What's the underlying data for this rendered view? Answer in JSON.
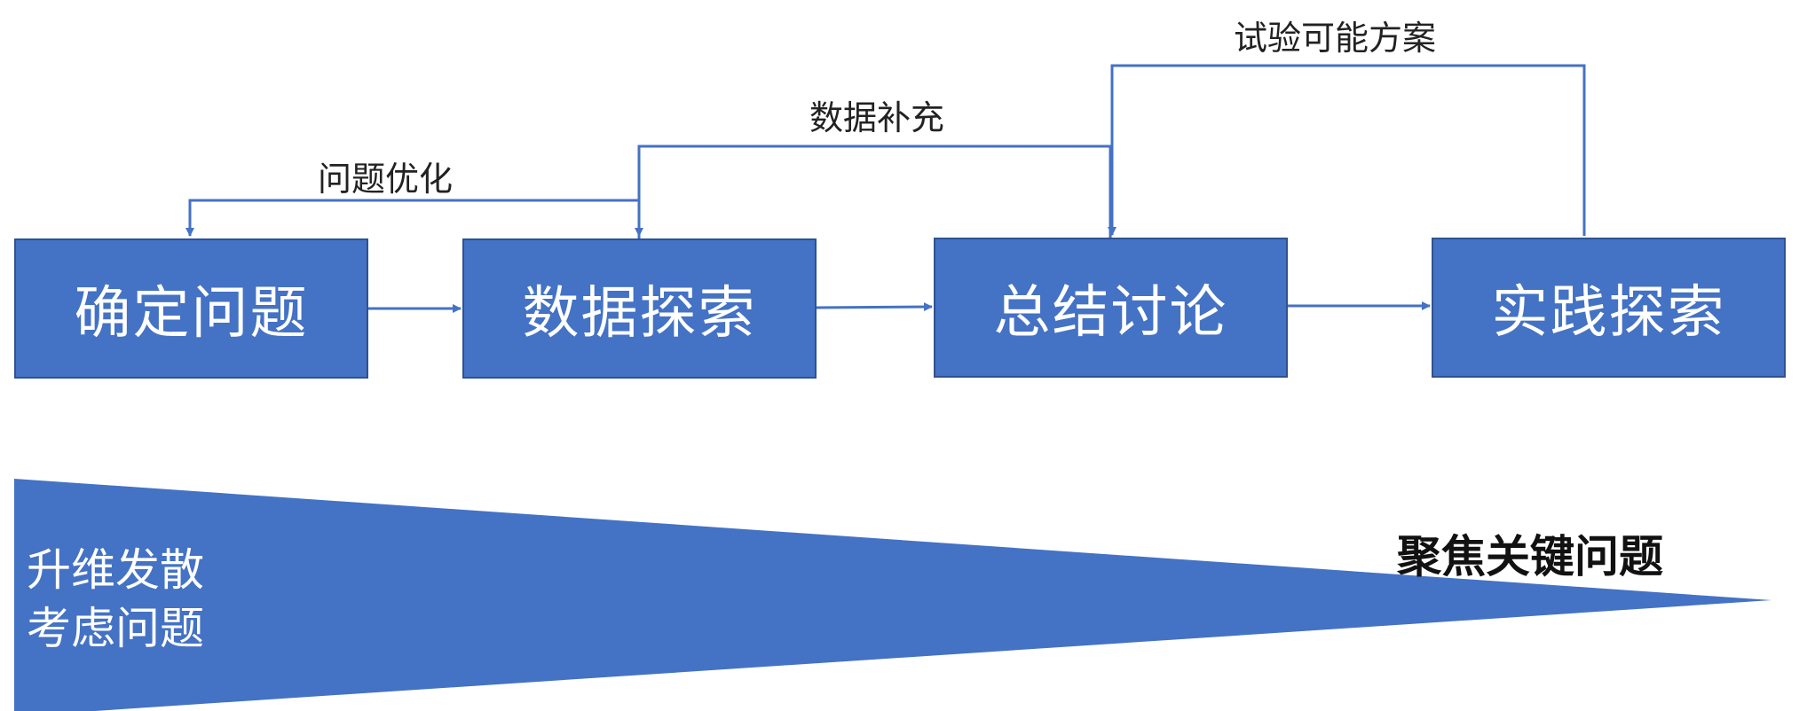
{
  "colors": {
    "box_fill": "#4472c4",
    "box_border": "#2f528f",
    "connector": "#4472c4",
    "label_text": "#222222"
  },
  "steps": [
    {
      "label": "确定问题"
    },
    {
      "label": "数据探索"
    },
    {
      "label": "总结讨论"
    },
    {
      "label": "实践探索"
    }
  ],
  "feedback_labels": {
    "refine": "问题优化",
    "supplement": "数据补充",
    "trial": "试验可能方案"
  },
  "wedge": {
    "line1": "升维发散",
    "line2": "考虑问题",
    "end_label": "聚焦关键问题"
  }
}
